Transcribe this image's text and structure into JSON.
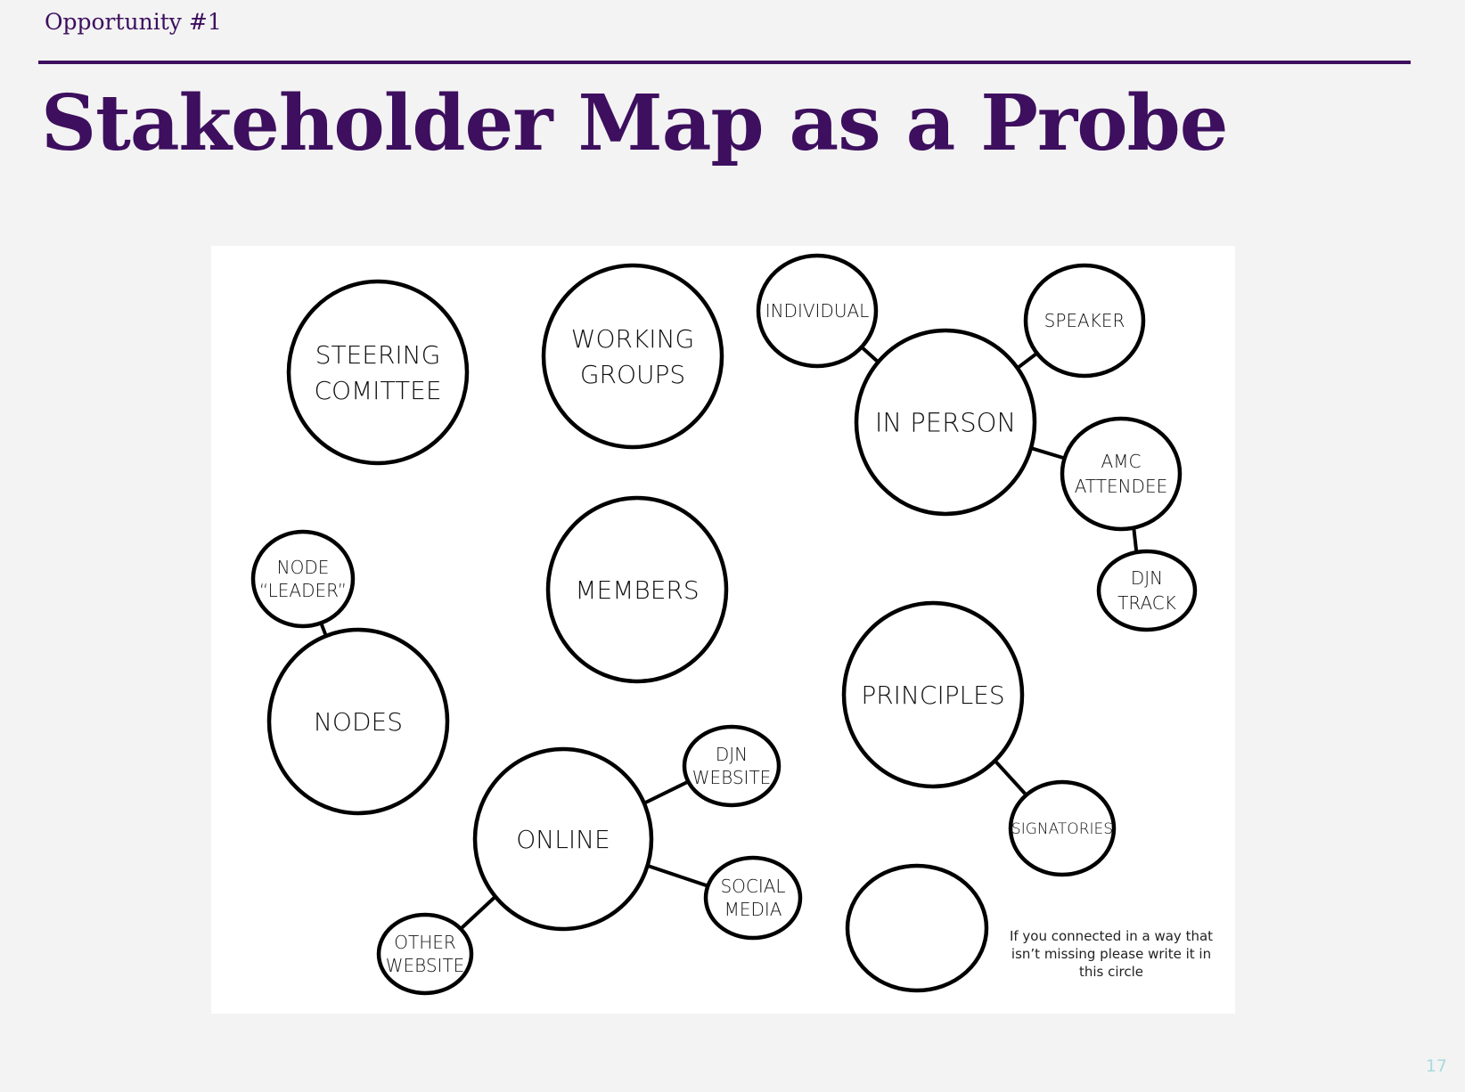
{
  "header": {
    "kicker": "Opportunity #1",
    "title": "Stakeholder Map as a Probe"
  },
  "diagram": {
    "nodes": {
      "steering": [
        "STEERING",
        "COMITTEE"
      ],
      "working_groups": [
        "WORKING",
        "GROUPS"
      ],
      "individual": [
        "INDIVIDUAL"
      ],
      "in_person": [
        "IN PERSON"
      ],
      "speaker": [
        "SPEAKER"
      ],
      "amc_attendee": [
        "AMC",
        "ATTENDEE"
      ],
      "djn_track": [
        "DJN",
        "TRACK"
      ],
      "node_leader": [
        "NODE",
        "“LEADER”"
      ],
      "members": [
        "MEMBERS"
      ],
      "nodes": [
        "NODES"
      ],
      "principles": [
        "PRINCIPLES"
      ],
      "signatories": [
        "SIGNATORIES"
      ],
      "online": [
        "ONLINE"
      ],
      "djn_website": [
        "DJN",
        "WEBSITE"
      ],
      "social_media": [
        "SOCIAL",
        "MEDIA"
      ],
      "other_website": [
        "OTHER",
        "WEBSITE"
      ],
      "blank": []
    },
    "edges": [
      [
        "individual",
        "in_person"
      ],
      [
        "speaker",
        "in_person"
      ],
      [
        "amc_attendee",
        "in_person"
      ],
      [
        "djn_track",
        "amc_attendee"
      ],
      [
        "node_leader",
        "nodes"
      ],
      [
        "signatories",
        "principles"
      ],
      [
        "djn_website",
        "online"
      ],
      [
        "social_media",
        "online"
      ],
      [
        "other_website",
        "online"
      ]
    ],
    "note": [
      "If you connected in a way that",
      "isn’t missing please write it in",
      "this circle"
    ]
  },
  "page_number": "17",
  "colors": {
    "accent": "#3d0f5e",
    "page_number": "#a8dadc",
    "background": "#f3f3f3",
    "diagram_background": "#ffffff"
  }
}
